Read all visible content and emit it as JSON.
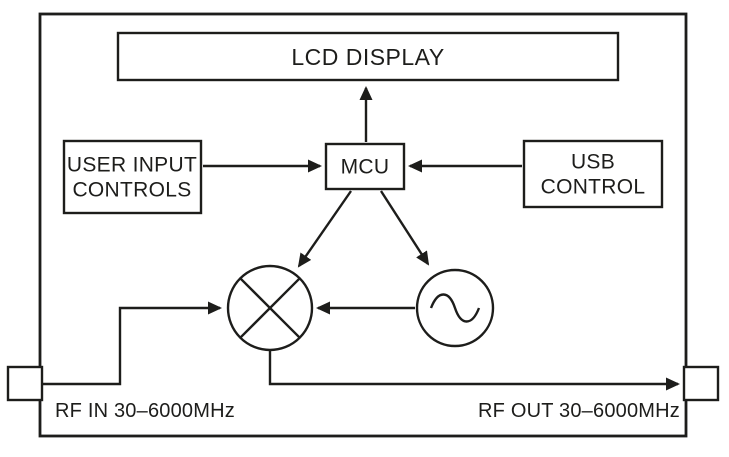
{
  "diagram": {
    "boxes": {
      "lcd": {
        "label": "LCD DISPLAY"
      },
      "user_input": {
        "line1": "USER INPUT",
        "line2": "CONTROLS"
      },
      "mcu": {
        "label": "MCU"
      },
      "usb": {
        "line1": "USB",
        "line2": "CONTROL"
      }
    },
    "symbols": {
      "mixer": "mixer-icon",
      "oscillator": "oscillator-icon"
    },
    "ports": {
      "rf_in": {
        "label": "RF IN 30–6000MHz"
      },
      "rf_out": {
        "label": "RF OUT 30–6000MHz"
      }
    },
    "colors": {
      "line": "#1d1d1b",
      "background": "#ffffff"
    }
  }
}
